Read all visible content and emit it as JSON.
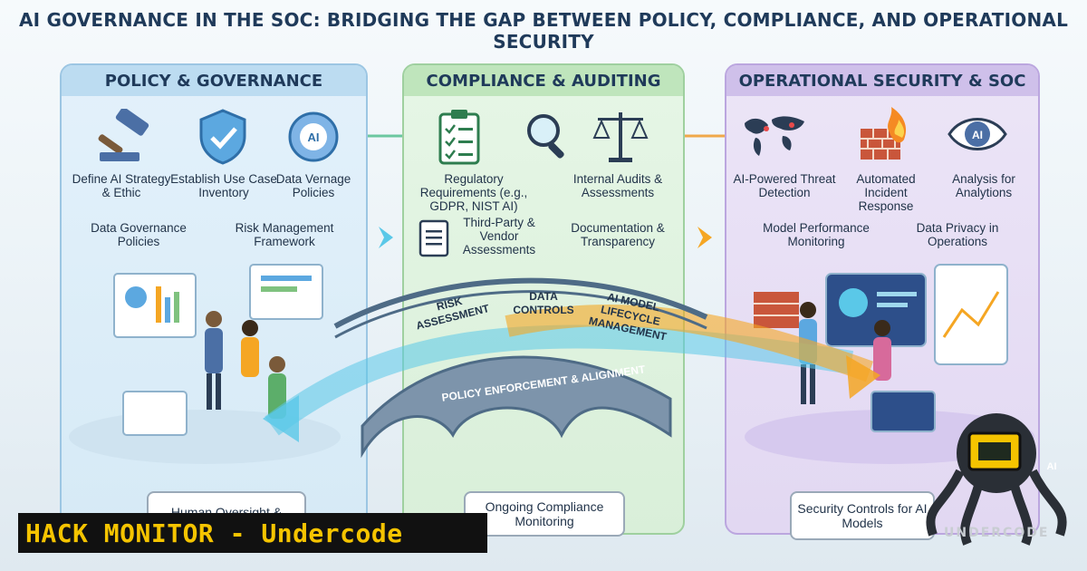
{
  "title": "AI GOVERNANCE IN THE SOC: BRIDGING THE GAP BETWEEN POLICY, COMPLIANCE, AND OPERATIONAL SECURITY",
  "panels": {
    "policy": {
      "heading": "POLICY & GOVERNANCE",
      "items": [
        "Define AI Strategy & Ethic",
        "Establish Use Case Inventory",
        "Data Vernage Policies",
        "Data Governance Policies",
        "Risk Management Framework"
      ],
      "icon_badge": "AI",
      "bottom_box": "Human Oversight &"
    },
    "compliance": {
      "heading": "COMPLIANCE & AUDITING",
      "items": [
        "Regulatory Requirements (e.g., GDPR, NIST AI)",
        "Internal Audits & Assessments",
        "Third-Party & Vendor Assessments",
        "Documentation & Transparency"
      ],
      "bottom_box": "Ongoing Compliance Monitoring"
    },
    "operations": {
      "heading": "OPERATIONAL SECURITY & SOC",
      "items": [
        "AI-Powered Threat Detection",
        "Automated Incident Response",
        "Analysis for Analytions",
        "Model Performance Monitoring",
        "Data Privacy in Operations"
      ],
      "icon_badge": "AI",
      "bottom_box": "Security Controls for AI Models"
    }
  },
  "bridge": {
    "labels": [
      "RISK ASSESSMENT",
      "DATA CONTROLS",
      "AI MODEL LIFECYCLE MANAGEMENT"
    ],
    "arch_label": "POLICY ENFORCEMENT & ALIGNMENT"
  },
  "banner": "HACK MONITOR - Undercode",
  "logo": {
    "text": "UNDERCODE",
    "screen_badge": "AI"
  },
  "colors": {
    "blue_panel": "#d6eaf6",
    "green_panel": "#d9efd9",
    "purple_panel": "#e2d8f2",
    "arrow_cyan": "#5ac8e8",
    "arrow_orange": "#f5a623",
    "banner_text": "#f5c400"
  }
}
